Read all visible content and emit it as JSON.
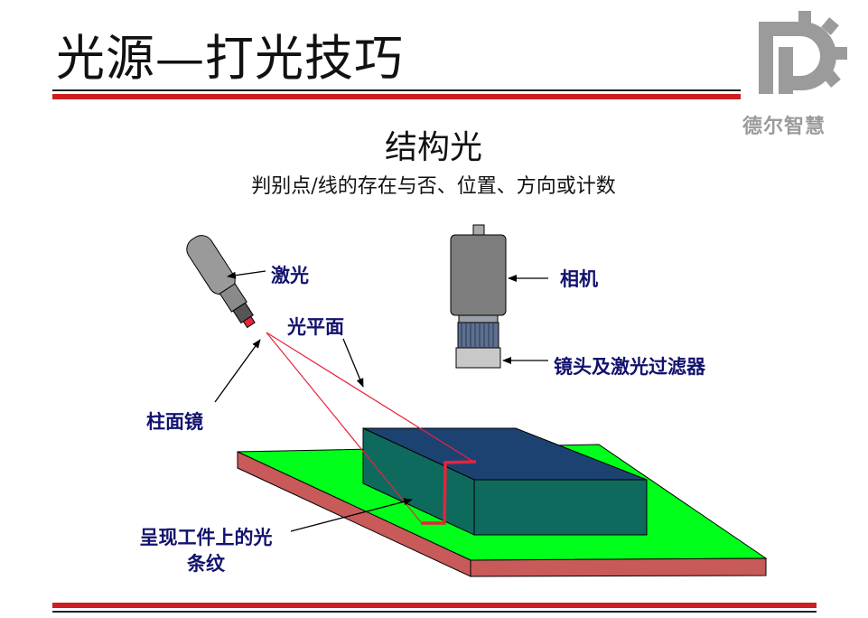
{
  "slide": {
    "title": "光源—打光技巧",
    "heading": "结构光",
    "subheading": "判别点/线的存在与否、位置、方向或计数"
  },
  "logo": {
    "text": "德尔智慧"
  },
  "labels": {
    "laser": "激光",
    "light_plane": "光平面",
    "cylindrical_lens": "柱面镜",
    "camera": "相机",
    "lens_filter": "镜头及激光过滤器",
    "stripe_line1": "呈现工件上的光",
    "stripe_line2": "条纹"
  },
  "colors": {
    "rule_red": "#cc1f1f",
    "label_navy": "#12126e",
    "board_green": "#00ff1a",
    "board_red": "#c85a5a",
    "block_top": "#1c4272",
    "block_front": "#0f6a5e",
    "laser_line": "#e8233c",
    "logo_gray": "#9b9b9b"
  }
}
